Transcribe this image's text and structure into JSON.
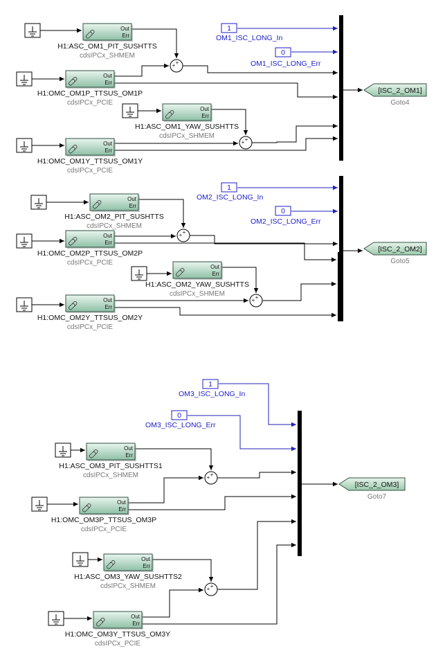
{
  "sections": [
    {
      "id": "om1",
      "const_in": {
        "value": "1",
        "label": "OM1_ISC_LONG_In"
      },
      "const_err": {
        "value": "0",
        "label": "OM1_ISC_LONG_Err"
      },
      "goto": {
        "tag": "[ISC_2_OM1]",
        "name": "Goto4"
      },
      "blocks": [
        {
          "title": "H1:ASC_OM1_PIT_SUSHTTS",
          "sub": "cdsIPCx_SHMEM",
          "out": "Out",
          "err": "Err"
        },
        {
          "title": "H1:OMC_OM1P_TTSUS_OM1P",
          "sub": "cdsIPCx_PCIE",
          "out": "Out",
          "err": "Err"
        },
        {
          "title": "H1:ASC_OM1_YAW_SUSHTTS",
          "sub": "cdsIPCx_SHMEM",
          "out": "Out",
          "err": "Err"
        },
        {
          "title": "H1:OMC_OM1Y_TTSUS_OM1Y",
          "sub": "cdsIPCx_PCIE",
          "out": "Out",
          "err": "Err"
        }
      ]
    },
    {
      "id": "om2",
      "const_in": {
        "value": "1",
        "label": "OM2_ISC_LONG_In"
      },
      "const_err": {
        "value": "0",
        "label": "OM2_ISC_LONG_Err"
      },
      "goto": {
        "tag": "[ISC_2_OM2]",
        "name": "Goto5"
      },
      "blocks": [
        {
          "title": "H1:ASC_OM2_PIT_SUSHTTS",
          "sub": "cdsIPCx_SHMEM",
          "out": "Out",
          "err": "Err"
        },
        {
          "title": "H1:OMC_OM2P_TTSUS_OM2P",
          "sub": "cdsIPCx_PCIE",
          "out": "Out",
          "err": "Err"
        },
        {
          "title": "H1:ASC_OM2_YAW_SUSHTTS",
          "sub": "cdsIPCx_SHMEM",
          "out": "Out",
          "err": "Err"
        },
        {
          "title": "H1:OMC_OM2Y_TTSUS_OM2Y",
          "sub": "cdsIPCx_PCIE",
          "out": "Out",
          "err": "Err"
        }
      ]
    },
    {
      "id": "om3",
      "const_in": {
        "value": "1",
        "label": "OM3_ISC_LONG_In"
      },
      "const_err": {
        "value": "0",
        "label": "OM3_ISC_LONG_Err"
      },
      "goto": {
        "tag": "[ISC_2_OM3]",
        "name": "Goto7"
      },
      "blocks": [
        {
          "title": "H1:ASC_OM3_PIT_SUSHTTS1",
          "sub": "cdsIPCx_SHMEM",
          "out": "Out",
          "err": "Err"
        },
        {
          "title": "H1:OMC_OM3P_TTSUS_OM3P",
          "sub": "cdsIPCx_PCIE",
          "out": "Out",
          "err": "Err"
        },
        {
          "title": "H1:ASC_OM3_YAW_SUSHTTS2",
          "sub": "cdsIPCx_SHMEM",
          "out": "Out",
          "err": "Err"
        },
        {
          "title": "H1:OMC_OM3Y_TTSUS_OM3Y",
          "sub": "cdsIPCx_PCIE",
          "out": "Out",
          "err": "Err"
        }
      ]
    }
  ],
  "sum_sign": "+"
}
